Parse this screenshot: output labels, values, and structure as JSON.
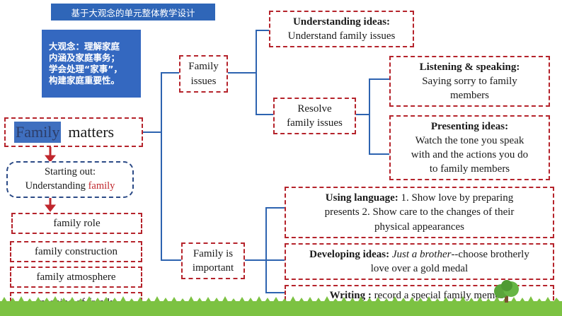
{
  "title": "基于大观念的单元整体教学设计",
  "big_idea": {
    "lines": [
      "大观念：理解家庭",
      "内涵及家庭事务；",
      "学会处理“家事”，",
      "构建家庭重要性。"
    ]
  },
  "root": {
    "highlight": "Family",
    "rest": "matters"
  },
  "starting_out": {
    "heading": "Starting out:",
    "prefix": "Understanding ",
    "emphasis": "family"
  },
  "aspects": [
    "family role",
    "family construction",
    "family atmosphere",
    "meaning of family"
  ],
  "family_issues": {
    "label_1": "Family",
    "label_2": "issues"
  },
  "understanding_ideas": {
    "heading": "Understanding ideas:",
    "text": "Understand family issues"
  },
  "resolve": {
    "label_1": "Resolve",
    "label_2": "family issues"
  },
  "listening": {
    "heading": "Listening & speaking:",
    "line1": "Saying sorry to family",
    "line2": "members"
  },
  "presenting": {
    "heading": "Presenting ideas:",
    "line1": "Watch the tone you speak",
    "line2": "with and the actions  you do",
    "line3": "to family members"
  },
  "family_important": {
    "label_1": "Family is",
    "label_2": "important"
  },
  "using_language": {
    "heading": "Using language:",
    "line1": " 1. Show love by preparing",
    "line2": "presents 2. Show care to the changes of their",
    "line3": "physical appearances"
  },
  "developing": {
    "heading": "Developing ideas:",
    "story": "Just a brother",
    "line1": "--choose brotherly",
    "line2": "love over a gold medal"
  },
  "writing": {
    "heading": "Writing :",
    "text": " record a special family memory"
  },
  "colors": {
    "title_blue": "#2f66b8",
    "dashed_red": "#b5232b",
    "line_blue": "#2d63b0",
    "arrow_red": "#c0272d",
    "grass": "#7cc242"
  }
}
